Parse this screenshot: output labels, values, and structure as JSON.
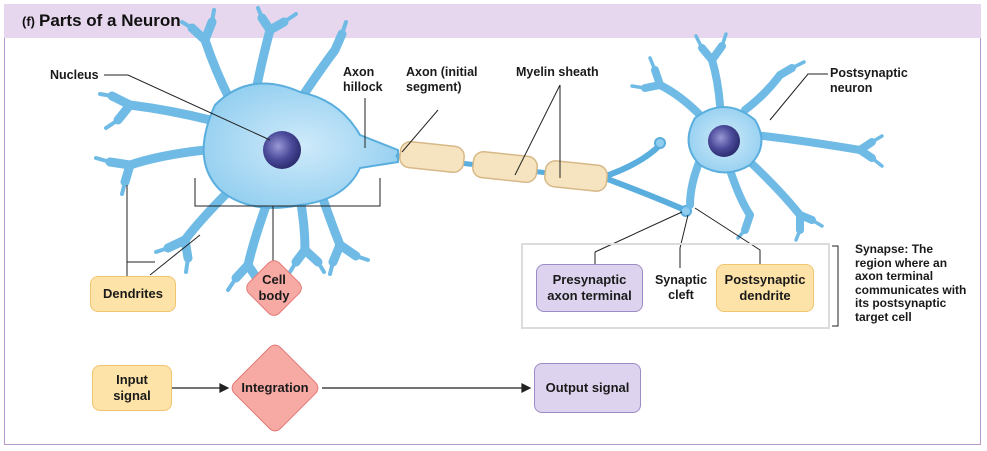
{
  "title": {
    "prefix": "(f)",
    "text": "Parts of a Neuron"
  },
  "labels": {
    "nucleus": "Nucleus",
    "axon_hillock_1": "Axon",
    "axon_hillock_2": "hillock",
    "axon_initial_1": "Axon (initial",
    "axon_initial_2": "segment)",
    "myelin": "Myelin sheath",
    "postsynaptic_neuron_1": "Postsynaptic",
    "postsynaptic_neuron_2": "neuron",
    "synaptic_cleft_1": "Synaptic",
    "synaptic_cleft_2": "cleft"
  },
  "boxes": {
    "dendrites": "Dendrites",
    "cell_body_1": "Cell",
    "cell_body_2": "body",
    "presynaptic_1": "Presynaptic",
    "presynaptic_2": "axon terminal",
    "postsynaptic_dendrite_1": "Postsynaptic",
    "postsynaptic_dendrite_2": "dendrite"
  },
  "flow": {
    "input_1": "Input",
    "input_2": "signal",
    "integration": "Integration",
    "output": "Output signal"
  },
  "synapse_definition": [
    "Synapse: The",
    "region where an",
    "axon terminal",
    "communicates with",
    "its postsynaptic",
    "target cell"
  ],
  "colors": {
    "neuron_fill": "#8fcdef",
    "neuron_stroke": "#4ea8dc",
    "nucleus": "#4a4a9a",
    "myelin": "#f6e4c0",
    "yellow_box": "#fde3a7",
    "purple_box": "#ddd3ee",
    "diamond": "#f7a9a4",
    "header": "#e6d6ee"
  }
}
